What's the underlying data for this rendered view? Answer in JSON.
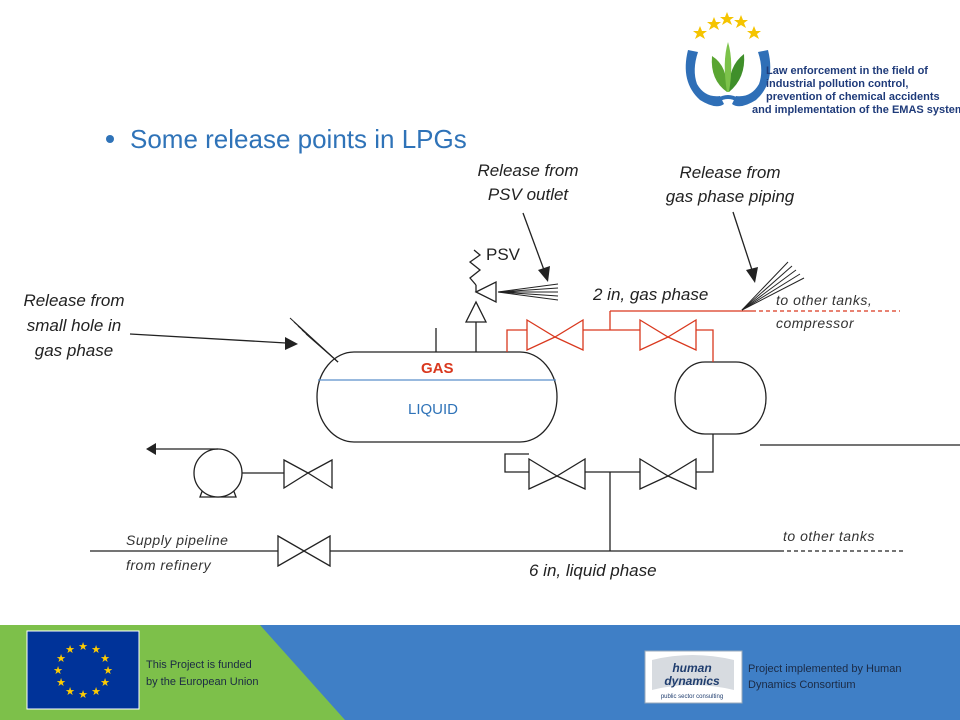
{
  "project_logo": {
    "text_lines": [
      "Law enforcement in the field of",
      "industrial pollution control,",
      "prevention of chemical accidents",
      "and implementation of the EMAS system"
    ]
  },
  "slide": {
    "bullet": "Some release points in LPGs"
  },
  "diagram": {
    "tank_gas_label": "GAS",
    "tank_liquid_label": "LIQUID",
    "psv_label": "PSV",
    "release_psv": [
      "Release from",
      "PSV outlet"
    ],
    "release_gas_piping": [
      "Release from",
      "gas phase piping"
    ],
    "release_small_hole": [
      "Release from",
      "small hole in",
      "gas phase"
    ],
    "gas_line_label": "2 in, gas phase",
    "to_other_tanks_compressor": [
      "to other tanks,",
      "compressor"
    ],
    "supply_pipeline": [
      "Supply pipeline",
      "from refinery"
    ],
    "liquid_line_label": "6 in, liquid phase",
    "to_other_tanks": "to other tanks"
  },
  "footer": {
    "funded_text": [
      "This Project is funded",
      "by the European Union"
    ],
    "implemented_text": [
      "Project implemented by Human",
      "Dynamics Consortium"
    ],
    "hd_logo_text": [
      "human",
      "dynamics",
      "public sector consulting"
    ]
  },
  "colors": {
    "bullet_blue": "#2f73b8",
    "gas_red": "#d9381e",
    "tank_line": "#5b8fc9",
    "footer_blue": "#3f7fc6",
    "footer_green": "#7dc04a",
    "eu_blue": "#003399",
    "eu_yellow": "#ffcc00"
  }
}
